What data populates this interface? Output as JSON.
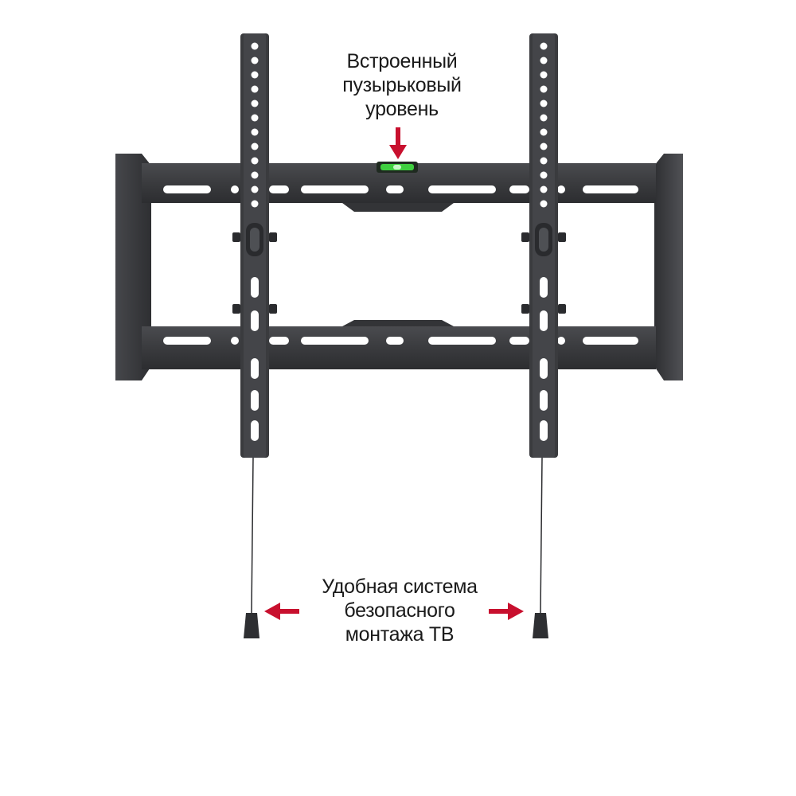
{
  "captions": {
    "level": {
      "line1": "Встроенный",
      "line2": "пузырьковый",
      "line3": "уровень"
    },
    "safety": {
      "line1": "Удобная система",
      "line2": "безопасного",
      "line3": "монтажа ТВ"
    }
  },
  "colors": {
    "metal": "#3c3d40",
    "metal_dark": "#2a2b2e",
    "metal_light": "#55575b",
    "arrow": "#c8102e",
    "bubble": "#3fcf3f",
    "background": "#ffffff"
  },
  "icons": {
    "level_arrow": "arrow-down-icon",
    "left_arrow": "arrow-left-icon",
    "right_arrow": "arrow-right-icon"
  }
}
